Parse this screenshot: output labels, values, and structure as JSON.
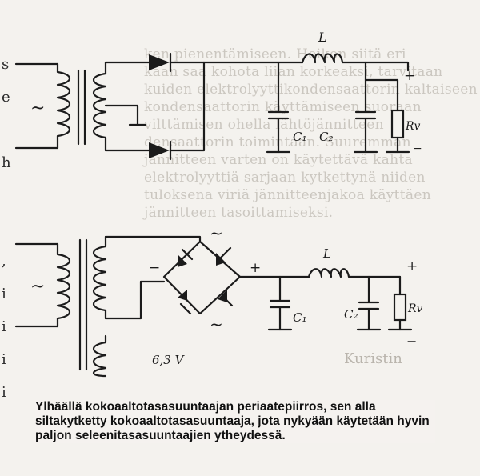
{
  "margin": {
    "letters": [
      "s",
      "e",
      "",
      "h",
      "",
      "",
      ",",
      "i",
      "i",
      "i",
      "i"
    ]
  },
  "background_text": [
    "ken pienentämiseen. Heikon siitä eri",
    "kaan saa kohota liian korkeaksi, tarvitaan",
    "kuiden elektrolyyttikondensaattorin kaltaiseen",
    "kondensaattorin käyttämiseen suoraan",
    "vilttämisen ohella lähtöjännitteen",
    "densaattorin toimintaan. Suuremman",
    "jännitteen varten on käytettävä kahta",
    "elektrolyyttiä sarjaan kytkettynä niiden",
    "tuloksena viriä jännitteenjakoa käyttäen",
    "jännitteen tasoittamiseksi."
  ],
  "heading_ghost": "Kuristin",
  "diagram": {
    "top_circuit": {
      "inductor_label": "L",
      "c1_label": "C₁",
      "c2_label": "C₂",
      "load_label": "Rv",
      "plus_label": "+",
      "minus_label": "−",
      "ac_symbol": "~"
    },
    "bottom_circuit": {
      "inductor_label": "L",
      "c1_label": "C₁",
      "c2_label": "C₂",
      "load_label": "Rv",
      "plus_label": "+",
      "minus_label": "−",
      "bridge_plus_label": "+",
      "bridge_minus_label": "−",
      "ac_top_label": "~",
      "ac_bottom_label": "~",
      "ac_symbol": "~",
      "heater_label": "6,3 V"
    }
  },
  "caption": "Ylhäällä kokoaaltotasasuuntaajan periaatepiirros, sen alla siltakytketty kokoaaltotasasuuntaaja, jota nykyään käytetään hyvin paljon seleenitasasuuntaajien ytheydessä."
}
